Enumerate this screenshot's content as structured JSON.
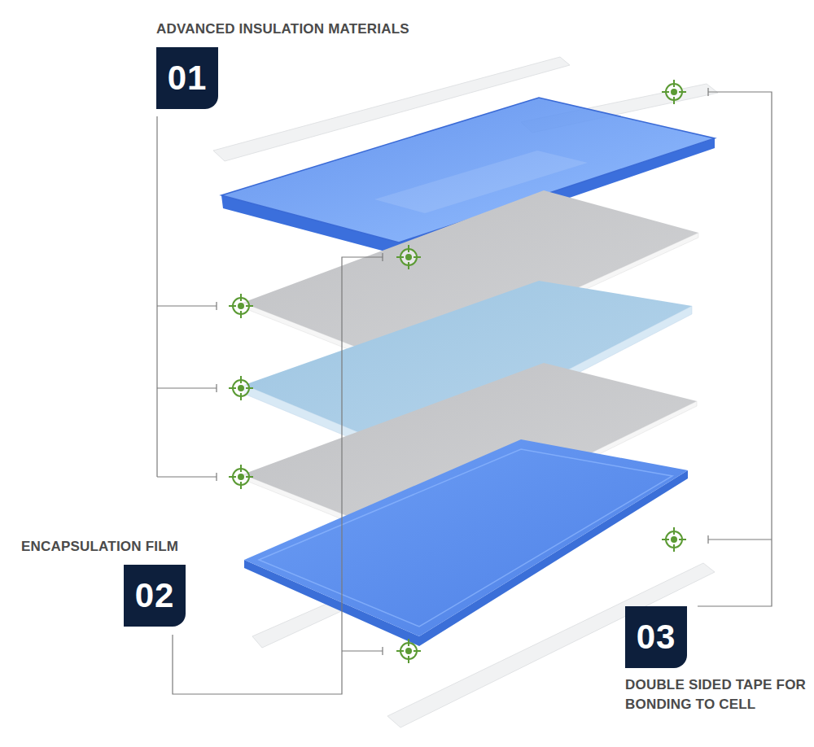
{
  "diagram": {
    "nodes": [
      {
        "text": [
          "ADVANCED INSULATION MATERIALS",
          "01"
        ]
      },
      {
        "text": [
          "ENCAPSULATION FILM",
          "02"
        ]
      },
      {
        "text": [
          "03",
          "DOUBLE SIDED TAPE FOR BONDING TO CELL"
        ]
      }
    ]
  }
}
